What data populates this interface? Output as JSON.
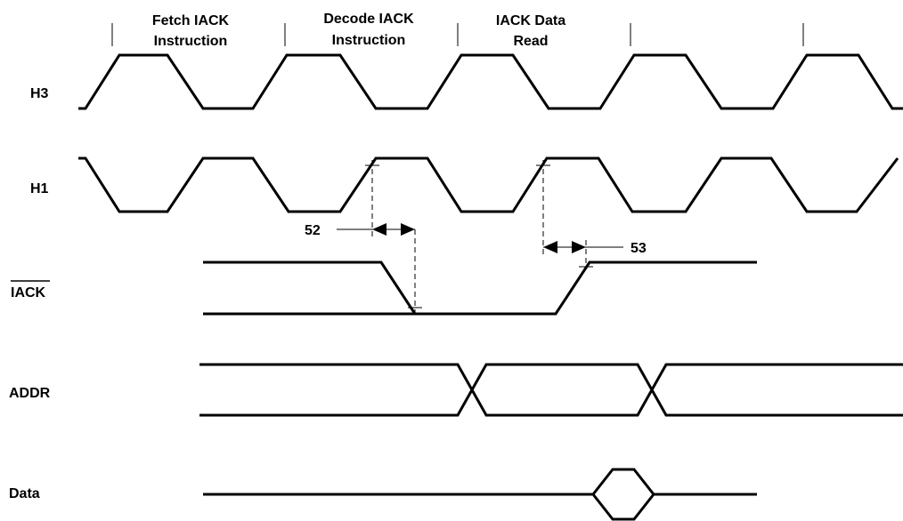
{
  "phases": [
    {
      "line1": "Fetch IACK",
      "line2": "Instruction"
    },
    {
      "line1": "Decode IACK",
      "line2": "Instruction"
    },
    {
      "line1": "IACK Data",
      "line2": "Read"
    }
  ],
  "signals": {
    "h3": "H3",
    "h1": "H1",
    "iack": "IACK",
    "addr": "ADDR",
    "data": "Data"
  },
  "timing_params": {
    "t52": "52",
    "t53": "53"
  }
}
